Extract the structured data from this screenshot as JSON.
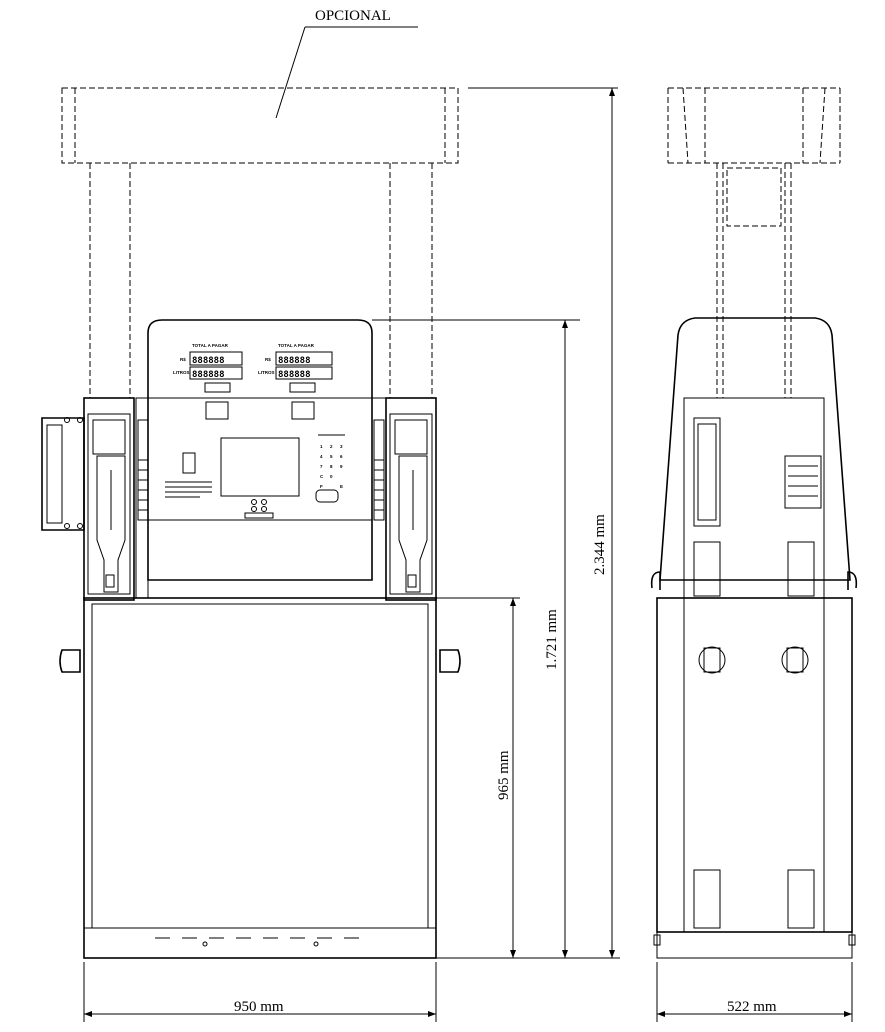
{
  "labels": {
    "opcional": "OPCIONAL",
    "dim_total_height": "2.344  mm",
    "dim_body_height": "1.721  mm",
    "dim_base_height": "965  mm",
    "dim_front_width": "950 mm",
    "dim_side_width": "522  mm"
  },
  "display_left": {
    "title": "TOTAL A PAGAR",
    "currency": "R$",
    "liters": "LITROS",
    "digits_price": "888888",
    "digits_liters": "888888"
  },
  "display_right": {
    "title": "TOTAL A PAGAR",
    "currency": "R$",
    "liters": "LITROS",
    "digits_price": "888888",
    "digits_liters": "888888"
  },
  "keypad": {
    "keys": [
      "1",
      "2",
      "3",
      "4",
      "5",
      "6",
      "7",
      "8",
      "9",
      "C",
      "0",
      "",
      "F",
      "",
      "E"
    ]
  }
}
